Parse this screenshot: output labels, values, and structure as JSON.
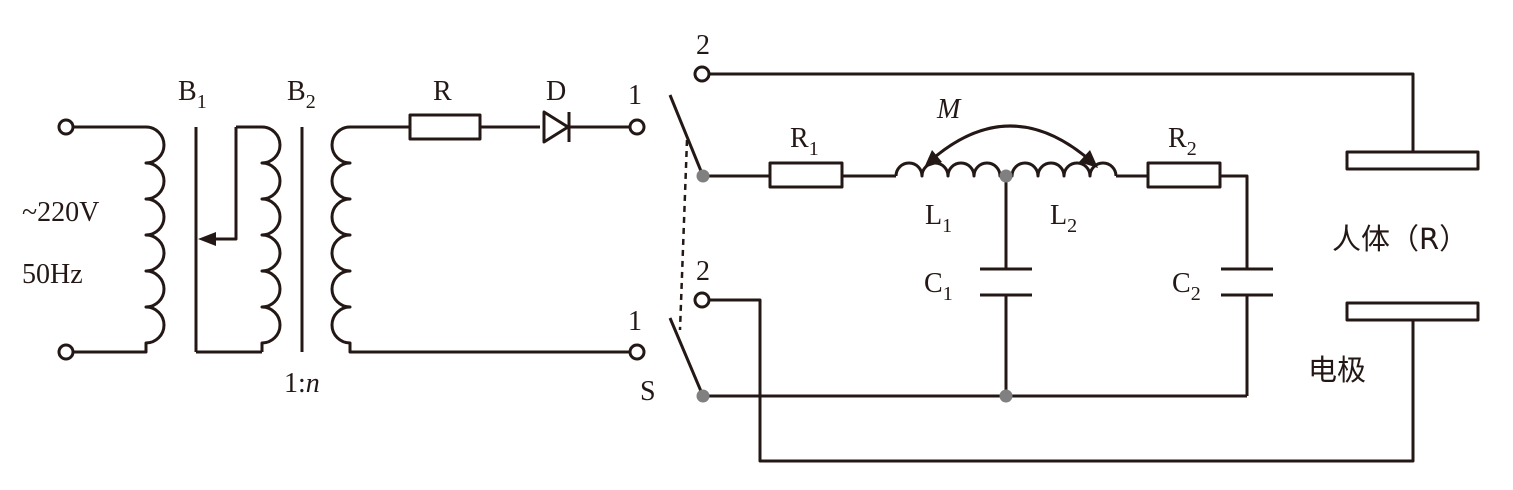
{
  "labels": {
    "source_voltage": "~220V",
    "source_freq": "50Hz",
    "b1": "B",
    "b1_sub": "1",
    "b2": "B",
    "b2_sub": "2",
    "ratio": "1:",
    "ratio_n": "n",
    "r": "R",
    "d": "D",
    "sw_top_1": "1",
    "sw_top_2": "2",
    "sw_bot_1": "1",
    "sw_bot_2": "2",
    "s": "S",
    "r1": "R",
    "r1_sub": "1",
    "r2": "R",
    "r2_sub": "2",
    "m": "M",
    "l1": "L",
    "l1_sub": "1",
    "l2": "L",
    "l2_sub": "2",
    "c1": "C",
    "c1_sub": "1",
    "c2": "C",
    "c2_sub": "2",
    "human_body": "人体（R）",
    "electrode": "电极"
  },
  "colors": {
    "wire": "#231815",
    "junction": "#808080"
  }
}
